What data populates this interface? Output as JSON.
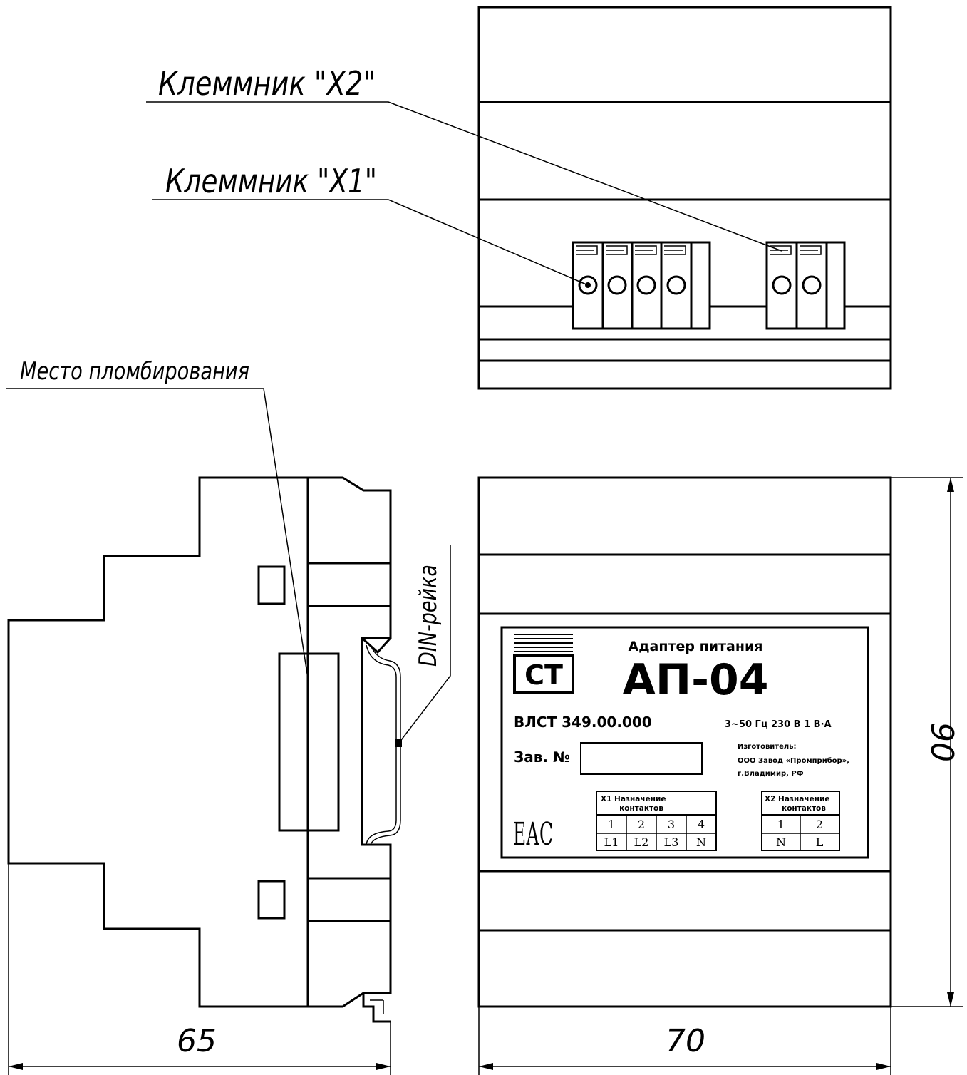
{
  "callouts": {
    "terminal_x2": "Клеммник \"X2\"",
    "terminal_x1": "Клеммник \"X1\"",
    "seal_place": "Место пломбирования",
    "din_rail": "DIN-рейка"
  },
  "dimensions": {
    "depth": "65",
    "width": "70",
    "height": "90"
  },
  "nameplate": {
    "logo": "СТ",
    "subtitle": "Адаптер питания",
    "model": "АП-04",
    "designation": "ВЛСТ 349.00.000",
    "rating": "3~50 Гц  230 В  1 В·А",
    "serial_label": "Зав. №",
    "serial_value": "",
    "manufacturer_label": "Изготовитель:",
    "manufacturer_name": "ООО Завод «Промприбор»,",
    "manufacturer_city": "г.Владимир, РФ",
    "certification_mark": "ЕАС",
    "x1_table": {
      "title": "Х1 Назначение",
      "subtitle": "контактов",
      "numbers": [
        "1",
        "2",
        "3",
        "4"
      ],
      "signals": [
        "L1",
        "L2",
        "L3",
        "N"
      ]
    },
    "x2_table": {
      "title": "Х2 Назначение",
      "subtitle": "контактов",
      "numbers": [
        "1",
        "2"
      ],
      "signals": [
        "N",
        "L"
      ]
    }
  }
}
